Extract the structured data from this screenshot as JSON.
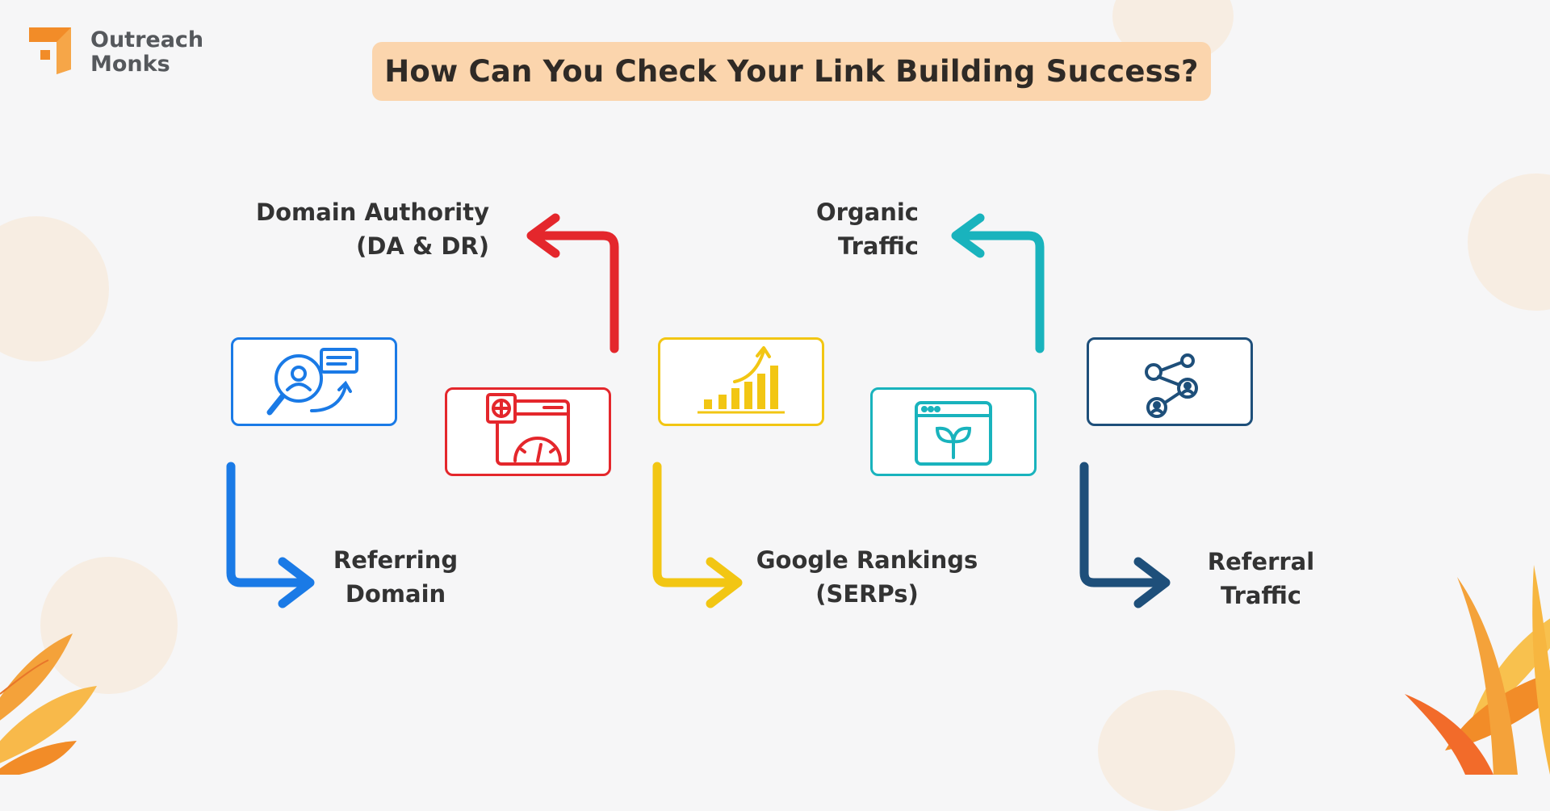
{
  "logo": {
    "line1": "Outreach",
    "line2": "Monks",
    "icon": "outreach-monks-logo-icon"
  },
  "title": "How Can You Check Your Link Building Success?",
  "metrics": [
    {
      "id": "referring-domain",
      "lines": [
        "Referring",
        "Domain"
      ],
      "color": "#1a7ae6",
      "icon": "magnifier-user-growth-icon"
    },
    {
      "id": "domain-authority",
      "lines": [
        "Domain Authority",
        "(DA & DR)"
      ],
      "color": "#e4272c",
      "icon": "browser-gauge-icon"
    },
    {
      "id": "google-rankings",
      "lines": [
        "Google Rankings",
        "(SERPs)"
      ],
      "color": "#f2c613",
      "icon": "bar-chart-growth-icon"
    },
    {
      "id": "organic-traffic",
      "lines": [
        "Organic",
        "Traffic"
      ],
      "color": "#19b3bd",
      "icon": "browser-sprout-icon"
    },
    {
      "id": "referral-traffic",
      "lines": [
        "Referral",
        "Traffic"
      ],
      "color": "#1e4f7a",
      "icon": "network-users-icon"
    }
  ],
  "colors": {
    "background": "#f6f6f7",
    "title_pill": "#fbd5ad",
    "logo_orange": "#f28c28"
  }
}
